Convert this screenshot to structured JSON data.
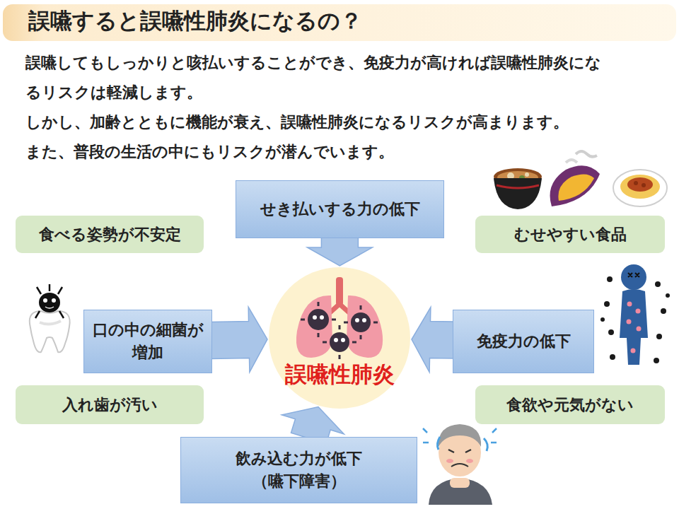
{
  "diagram": {
    "title": "誤嚥すると誤嚥性肺炎になるの？",
    "nodes": [
      {
        "text": [
          "せき払いする力の低下"
        ]
      },
      {
        "text": [
          "食べる姿勢が不安定"
        ]
      },
      {
        "text": [
          "むせやすい食品"
        ]
      },
      {
        "text": [
          "口の中の細菌が 増加"
        ]
      },
      {
        "text": [
          "誤嚥性肺炎"
        ]
      },
      {
        "text": [
          "免疫力の低下"
        ]
      },
      {
        "text": [
          "入れ歯が汚い"
        ]
      },
      {
        "text": [
          "食欲や元気がない"
        ]
      },
      {
        "text": [
          "飲み込む力が低下 （嚥下障害）"
        ]
      }
    ],
    "edges": [
      {
        "from": 0,
        "to": 4,
        "arrow": "to"
      },
      {
        "from": 3,
        "to": 4,
        "arrow": "to"
      },
      {
        "from": 5,
        "to": 4,
        "arrow": "to"
      },
      {
        "from": 8,
        "to": 4,
        "arrow": "to"
      }
    ],
    "labels": [
      "誤嚥してもしっかりと咳払いすることができ、免疫力が高ければ誤嚥性肺炎になるリスクは軽減します。",
      "しかし、加齢とともに機能が衰え、誤嚥性肺炎になるリスクが高まります。",
      "また、普段の生活の中にもリスクが潜んでいます。"
    ]
  }
}
